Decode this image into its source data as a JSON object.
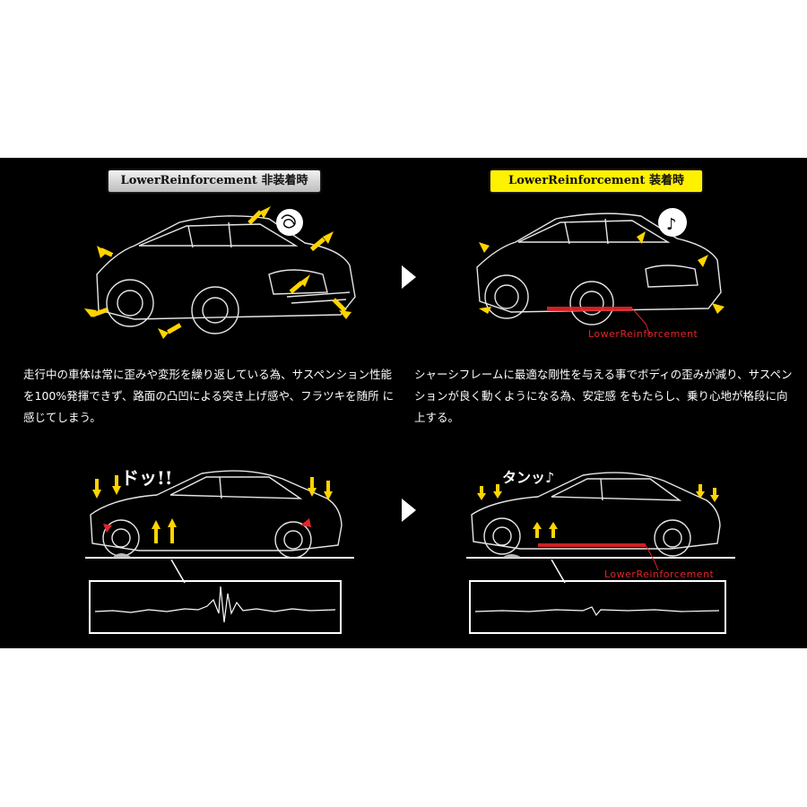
{
  "badges": {
    "without": "LowerReinforcement 非装着時",
    "with": "LowerReinforcement 装着時"
  },
  "descriptions": {
    "without": "走行中の車体は常に歪みや変形を繰り返している為、サスペンション性能 を100%発揮できず、路面の凸凹による突き上げ感や、フラツキを随所 に感じてしまう。",
    "with": "シャーシフレームに最適な剛性を与える事でボディの歪みが減り、サスペンションが良く動くようになる為、安定感 をもたらし、乗り心地が格段に向上する。"
  },
  "part_labels": {
    "sedan": "LowerReinforcement",
    "coupe": "LowerReinforcement"
  },
  "sound_effects": {
    "impact": "ドッ!!",
    "smooth": "タンッ♪"
  },
  "icons": {
    "next": "triangle-right-icon",
    "music": "music-note-icon",
    "stress": "stress-scribble-icon"
  },
  "colors": {
    "background": "#000000",
    "badge_active": "#fff200",
    "arrow": "#ffd400",
    "reinforcement": "#e0262b",
    "line": "#ffffff"
  }
}
